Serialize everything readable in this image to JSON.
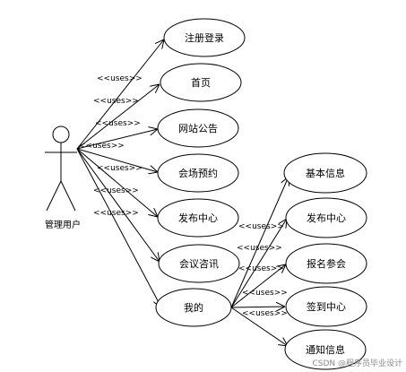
{
  "actor": {
    "label": "管理用户"
  },
  "use_cases": [
    {
      "label": "注册登录"
    },
    {
      "label": "首页"
    },
    {
      "label": "网站公告"
    },
    {
      "label": "会场预约"
    },
    {
      "label": "发布中心"
    },
    {
      "label": "会议咨讯"
    },
    {
      "label": "我的"
    }
  ],
  "sub_use_cases": [
    {
      "label": "基本信息"
    },
    {
      "label": "发布中心"
    },
    {
      "label": "报名参会"
    },
    {
      "label": "签到中心"
    },
    {
      "label": "通知信息"
    }
  ],
  "stereotype": "<<uses>>",
  "watermark": "CSDN @程序员毕业设计"
}
